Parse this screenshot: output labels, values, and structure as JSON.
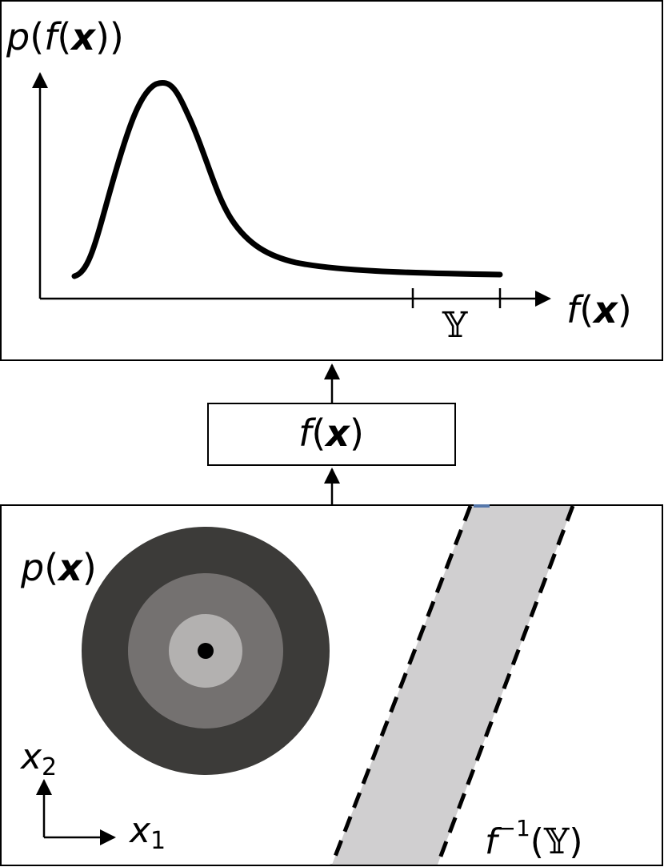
{
  "top_panel": {
    "y_label": {
      "p": "p",
      "open1": "(",
      "f": "f",
      "open2": "(",
      "x": "x",
      "close": "))"
    },
    "x_label": {
      "f": "f",
      "open": "(",
      "x": "x",
      "close": ")"
    },
    "interval_label": "𝕐"
  },
  "function_box": {
    "f": "f",
    "open": "(",
    "x": "x",
    "close": ")"
  },
  "bottom_panel": {
    "density_label": {
      "p": "p",
      "open": "(",
      "x": "x",
      "close": ")"
    },
    "axis_x1": {
      "x": "x",
      "sub": "1"
    },
    "axis_x2": {
      "x": "x",
      "sub": "2"
    },
    "preimage_label": {
      "f": "f",
      "sup": "−1",
      "open": "(",
      "Y": "𝕐",
      "close": ")"
    }
  },
  "colors": {
    "ring_outer": "#3c3b39",
    "ring_middle": "#747170",
    "ring_inner": "#b3b1b0",
    "band_fill": "#d0cfd0",
    "band_top_accent": "#5577aa"
  }
}
